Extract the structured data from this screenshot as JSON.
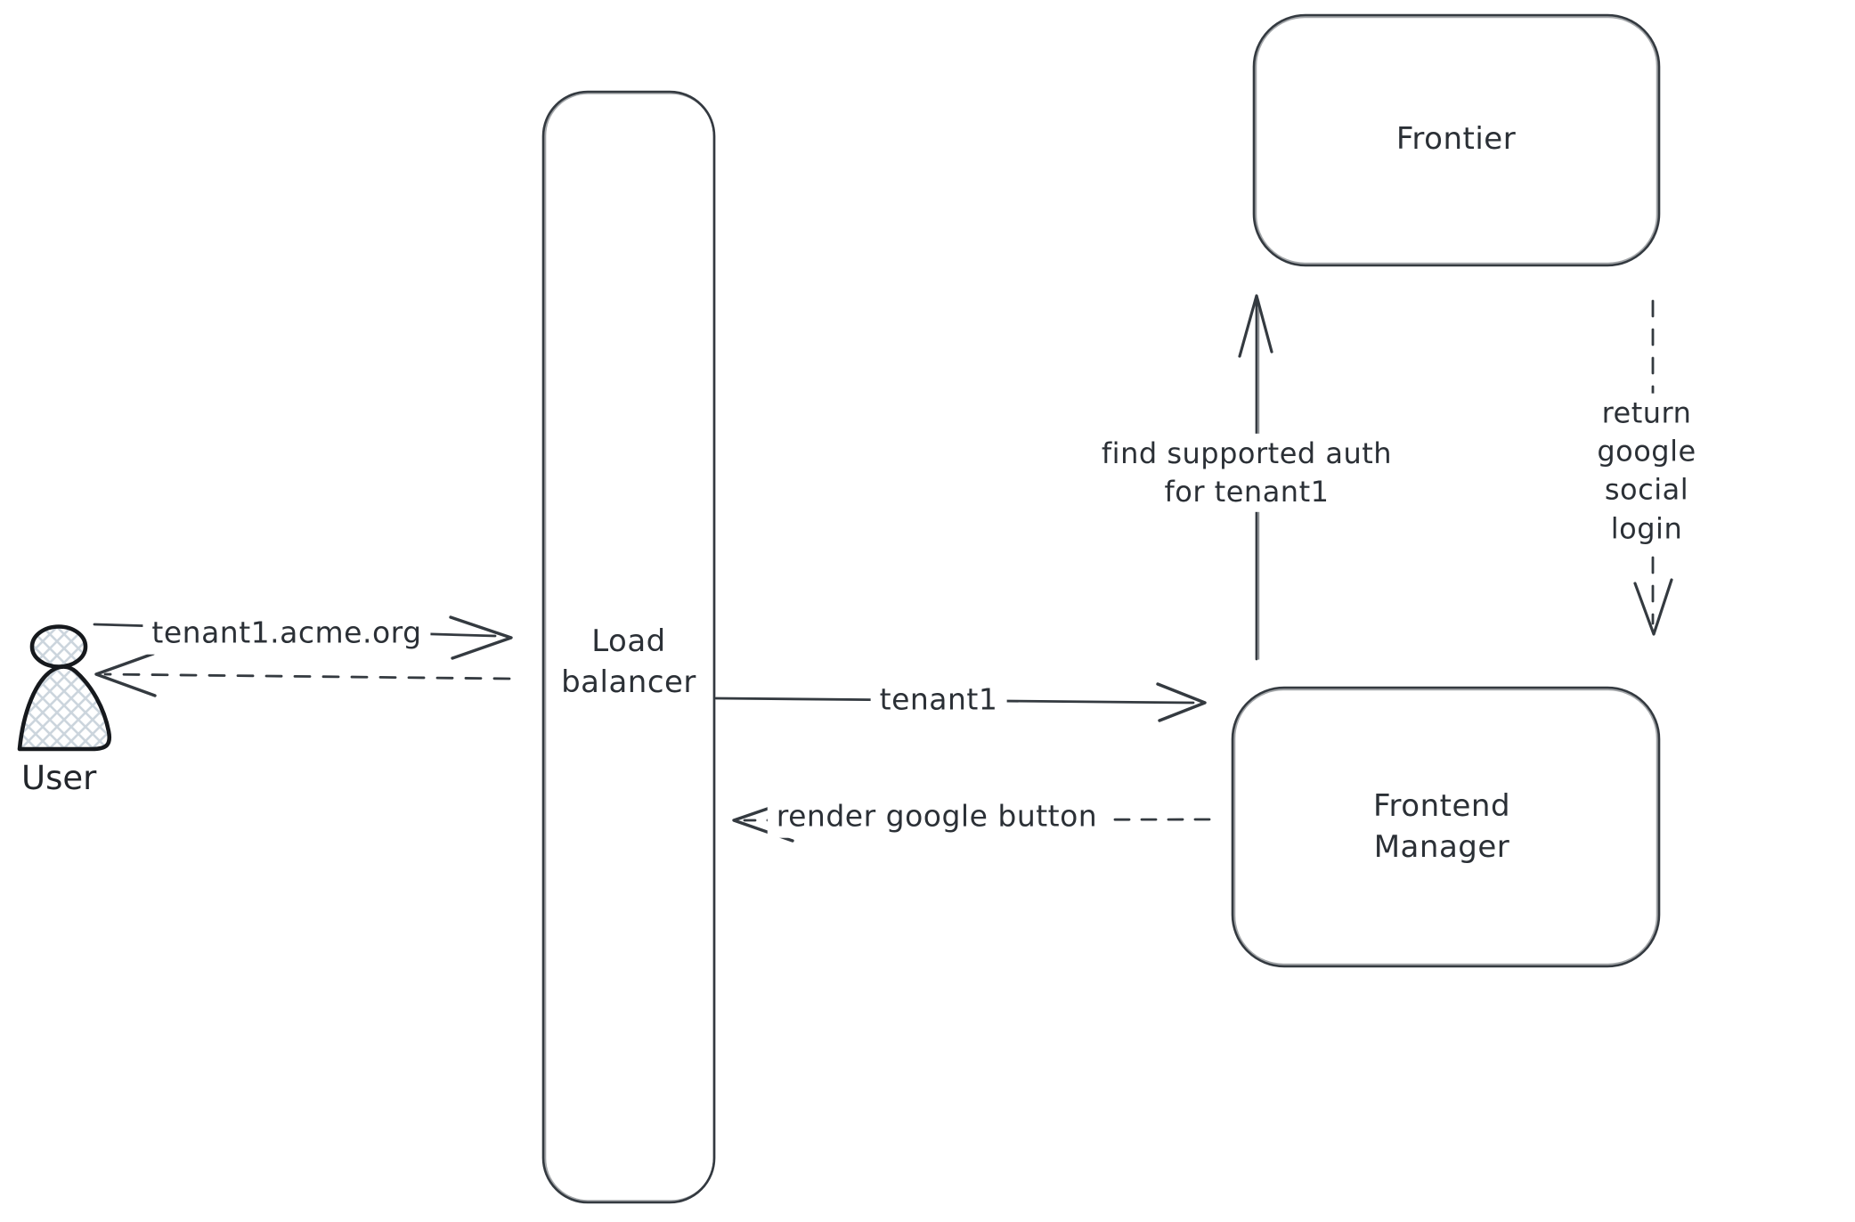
{
  "diagram": {
    "colors": {
      "stroke": "#343a40",
      "actor_stroke": "#16191d",
      "hatch_fill": "#ccd5dd",
      "background": "#ffffff"
    },
    "nodes": {
      "user": {
        "label": "User",
        "type": "actor"
      },
      "load_balancer": {
        "label": "Load\nbalancer",
        "type": "box"
      },
      "frontier": {
        "label": "Frontier",
        "type": "box"
      },
      "frontend_manager": {
        "label": "Frontend\nManager",
        "type": "box"
      }
    },
    "arrows": {
      "user_request": {
        "label": "tenant1.acme.org",
        "style": "solid",
        "from": "User",
        "to": "Load balancer"
      },
      "user_response": {
        "label": "",
        "style": "dashed",
        "from": "Load balancer",
        "to": "User"
      },
      "tenant_forward": {
        "label": "tenant1",
        "style": "solid",
        "from": "Load balancer",
        "to": "Frontend Manager"
      },
      "render_button": {
        "label": "render google button",
        "style": "dashed",
        "from": "Frontend Manager",
        "to": "Load balancer"
      },
      "find_auth": {
        "label": "find supported auth\nfor tenant1",
        "style": "solid",
        "from": "Frontend Manager",
        "to": "Frontier"
      },
      "return_login": {
        "label": "return google social\nlogin",
        "style": "dashed",
        "from": "Frontier",
        "to": "Frontend Manager"
      }
    }
  }
}
